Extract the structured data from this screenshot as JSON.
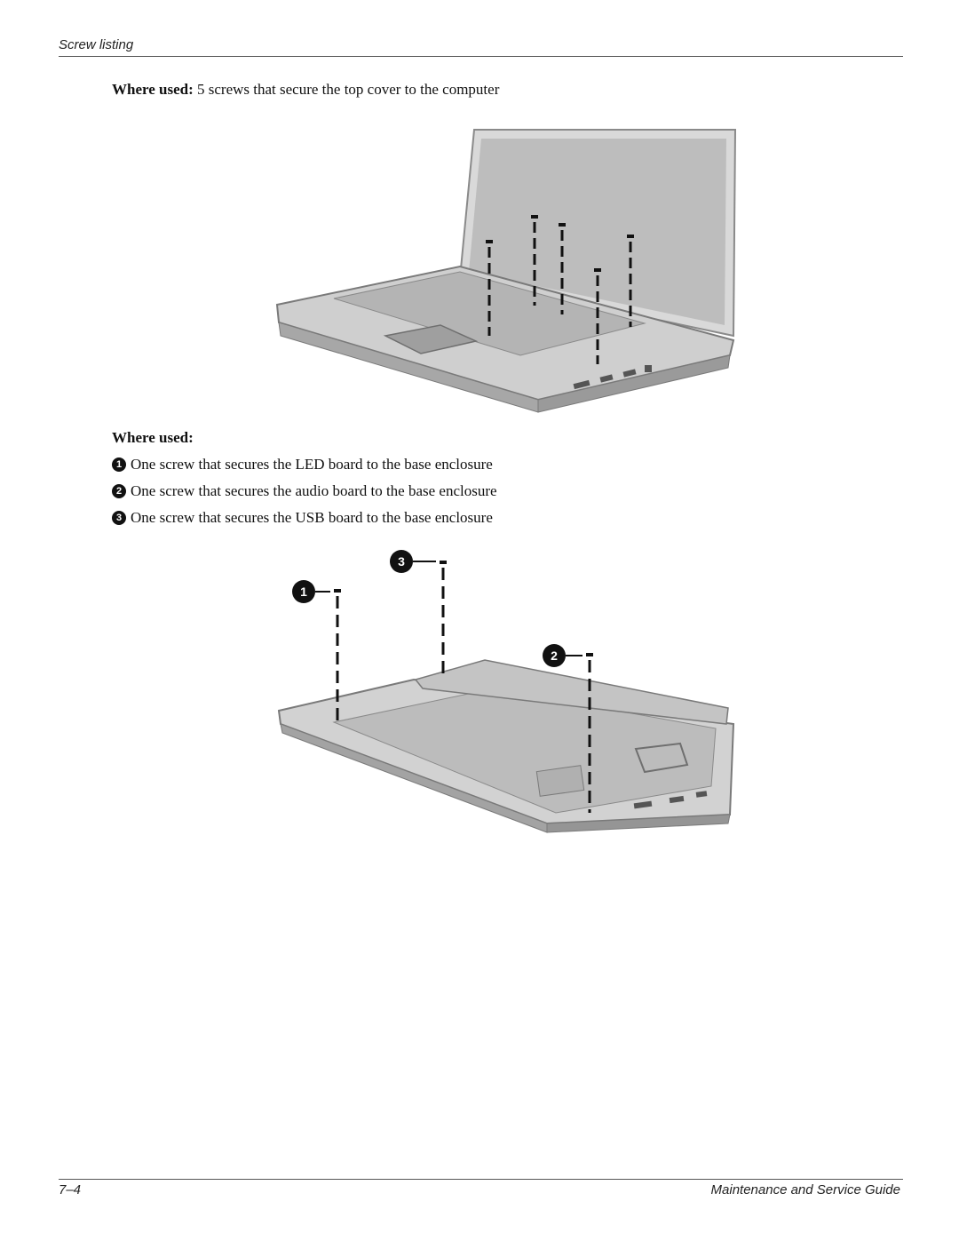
{
  "header": {
    "section_title": "Screw listing"
  },
  "intro": {
    "label": "Where used:",
    "text": "5 screws that secure the top cover to the computer"
  },
  "list": {
    "heading": "Where used:",
    "items": [
      {
        "number": "1",
        "text": "One screw that secures the LED board to the base enclosure"
      },
      {
        "number": "2",
        "text": "One screw that secures the audio board to the base enclosure"
      },
      {
        "number": "3",
        "text": "One screw that secures the USB board to the base enclosure"
      }
    ]
  },
  "figure2": {
    "callouts": [
      "1",
      "2",
      "3"
    ]
  },
  "footer": {
    "page_number": "7–4",
    "guide_title": "Maintenance and Service Guide"
  }
}
